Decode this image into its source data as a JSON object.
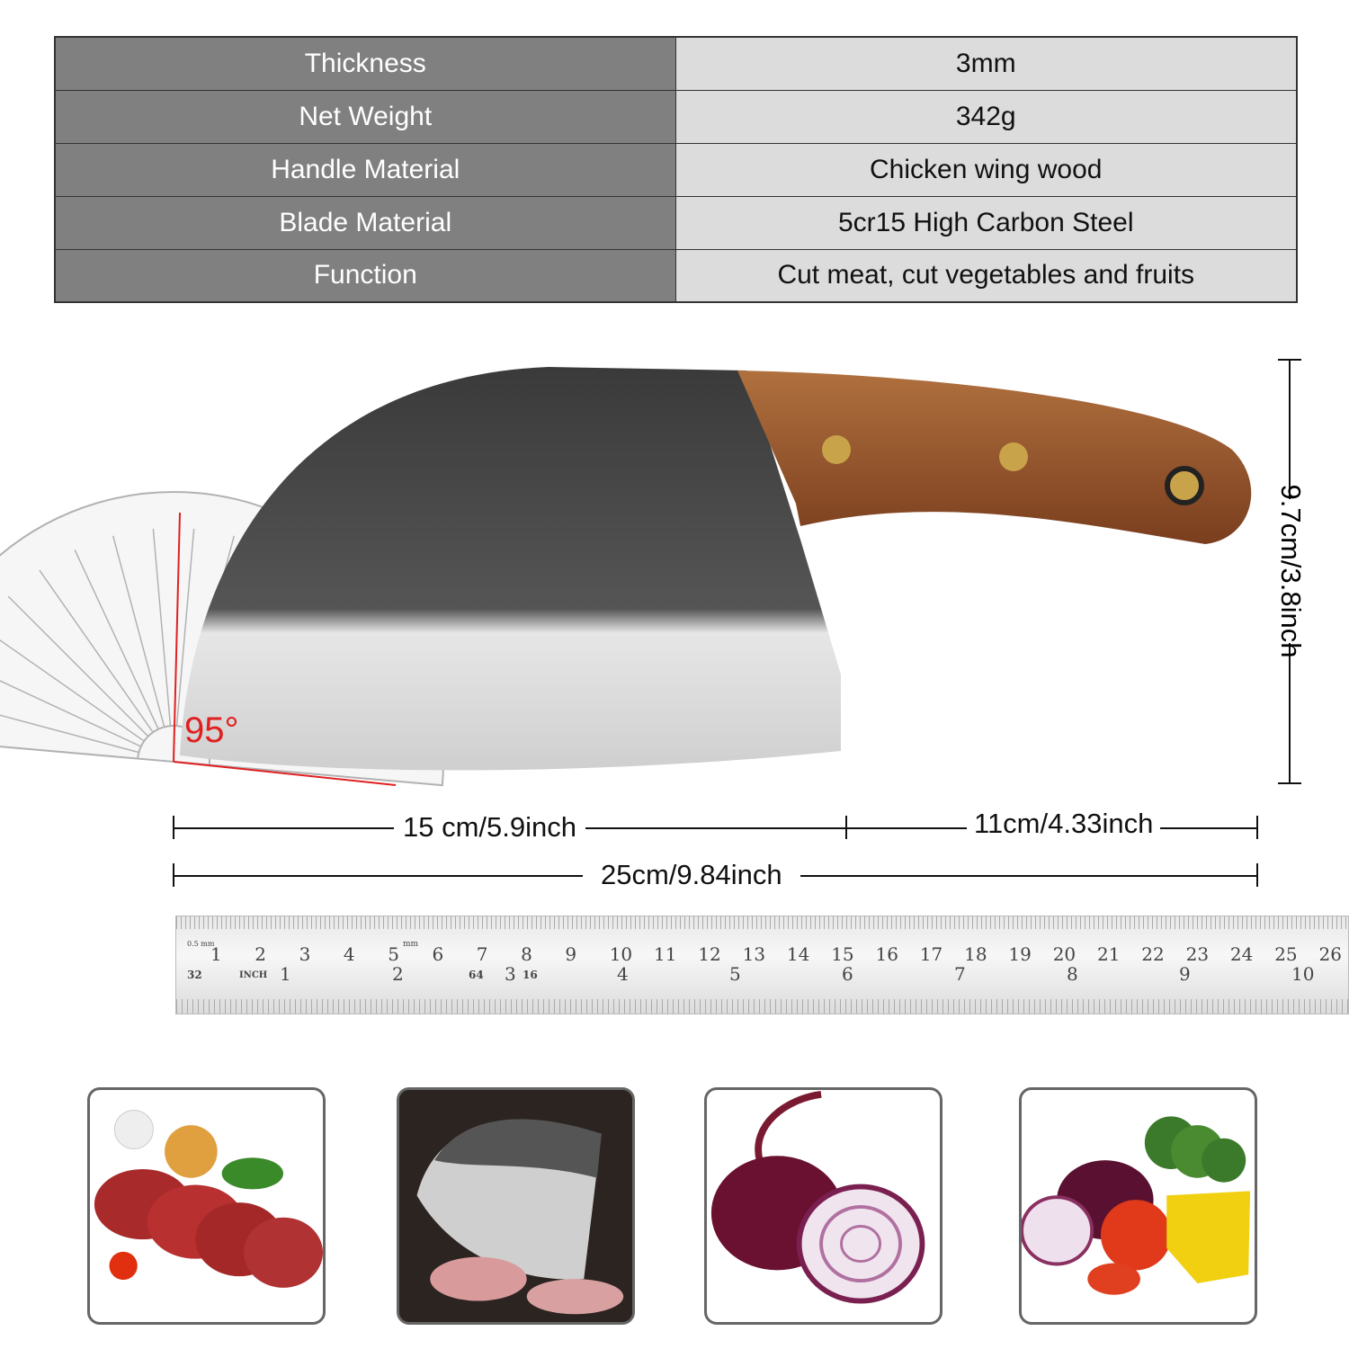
{
  "specs": [
    {
      "label": "Thickness",
      "value": "3mm"
    },
    {
      "label": "Net Weight",
      "value": "342g"
    },
    {
      "label": "Handle Material",
      "value": "Chicken wing wood"
    },
    {
      "label": "Blade Material",
      "value": "5cr15 High Carbon Steel"
    },
    {
      "label": "Function",
      "value": "Cut meat, cut vegetables and fruits"
    }
  ],
  "dimensions": {
    "height": "9.7cm/3.8inch",
    "blade_length": "15 cm/5.9inch",
    "handle_length": "11cm/4.33inch",
    "total_length": "25cm/9.84inch",
    "angle": "95°"
  },
  "ruler": {
    "cm": [
      "1",
      "2",
      "3",
      "4",
      "5",
      "6",
      "7",
      "8",
      "9",
      "10",
      "11",
      "12",
      "13",
      "14",
      "15",
      "16",
      "17",
      "18",
      "19",
      "20",
      "21",
      "22",
      "23",
      "24",
      "25",
      "26"
    ],
    "inch": [
      "1",
      "2",
      "3",
      "4",
      "5",
      "6",
      "7",
      "8",
      "9",
      "10"
    ],
    "labels": {
      "unit_inch": "INCH",
      "unit_mm": "mm",
      "small": "0.5 mm",
      "n32": "32",
      "n64": "64",
      "n16": "16"
    }
  },
  "gallery": [
    "meat-and-vegetables",
    "knife-cutting-ribs",
    "red-onions",
    "mixed-vegetables"
  ],
  "colors": {
    "key_bg": "#808080",
    "value_bg": "#dcdcdc",
    "angle": "#e02020",
    "wood": "#9a5a30"
  }
}
